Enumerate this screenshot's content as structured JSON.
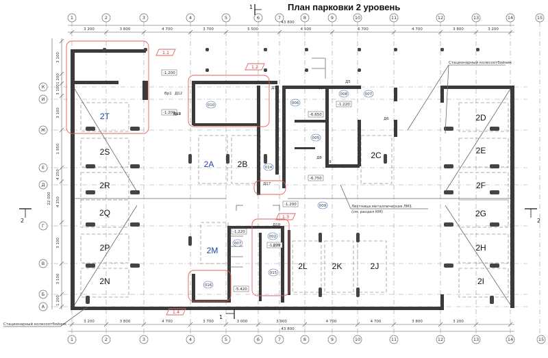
{
  "title": "План парковки 2 уровень",
  "grid_numbers": [
    "1",
    "2",
    "3",
    "4",
    "5",
    "6",
    "7",
    "8",
    "9",
    "10",
    "11",
    "12",
    "13",
    "14",
    "15"
  ],
  "grid_letters": [
    "К",
    "И",
    "Ж",
    "Е",
    "Д",
    "Г",
    "В",
    "Б",
    "А"
  ],
  "top_dims": [
    "3 200",
    "3 800",
    "4 700",
    "3 700",
    "5 500",
    "4 500",
    "6 700",
    "4 700",
    "3 800",
    "3 200"
  ],
  "top_total": "43 800",
  "bottom_dims": [
    "3 200",
    "3 800",
    "4 700",
    "3 700",
    "3 000",
    "3 900",
    "4 700",
    "4 700",
    "3 800",
    "3 200"
  ],
  "bottom_total": "43 800",
  "left_dims": [
    "3 100",
    "1 200",
    "3 100",
    "3 100",
    "1 950",
    "4 250",
    "4 250",
    "3 100",
    "3 100",
    "1 200"
  ],
  "left_total": "22 000",
  "spaces": [
    {
      "label": "2T",
      "color": "#1a3fa8"
    },
    {
      "label": "2S",
      "color": "#111111"
    },
    {
      "label": "2R",
      "color": "#111111"
    },
    {
      "label": "2Q",
      "color": "#111111"
    },
    {
      "label": "2P",
      "color": "#111111"
    },
    {
      "label": "2N",
      "color": "#111111"
    },
    {
      "label": "2A",
      "color": "#1a3fa8"
    },
    {
      "label": "2B",
      "color": "#111111"
    },
    {
      "label": "2C",
      "color": "#111111"
    },
    {
      "label": "2M",
      "color": "#1a3fa8"
    },
    {
      "label": "2L",
      "color": "#111111"
    },
    {
      "label": "2K",
      "color": "#111111"
    },
    {
      "label": "2J",
      "color": "#111111"
    },
    {
      "label": "2D",
      "color": "#111111"
    },
    {
      "label": "2E",
      "color": "#111111"
    },
    {
      "label": "2F",
      "color": "#111111"
    },
    {
      "label": "2G",
      "color": "#111111"
    },
    {
      "label": "2H",
      "color": "#111111"
    },
    {
      "label": "2I",
      "color": "#111111"
    }
  ],
  "detail_tags": [
    "1.1",
    "1.2",
    "1.3",
    "1.4"
  ],
  "levels": [
    "-1.200",
    "-1.200",
    "-1.220",
    "-6.650",
    "-6.750",
    "-1.200",
    "-1.220",
    "-5.420",
    "-1.220"
  ],
  "room_tags": [
    "010",
    "014",
    "006",
    "008",
    "007",
    "005",
    "009",
    "007",
    "002",
    "016",
    "015"
  ],
  "notes": {
    "stationary_top": "Стационарный колесоотбойник",
    "stationary_bottom": "Стационарный колесоотбойник",
    "stair_line1": "Лестница металлическая ЛМ1",
    "stair_line2": "(см. раздел КМ)"
  },
  "section_mark": "1",
  "side_mark": "2",
  "door_labels": [
    "Д1",
    "Д4",
    "Д5",
    "Д6",
    "Д8",
    "Д9",
    "Д10",
    "Д17",
    "Д11",
    "Д12",
    "Д18",
    "Вр1",
    "Вр1"
  ]
}
